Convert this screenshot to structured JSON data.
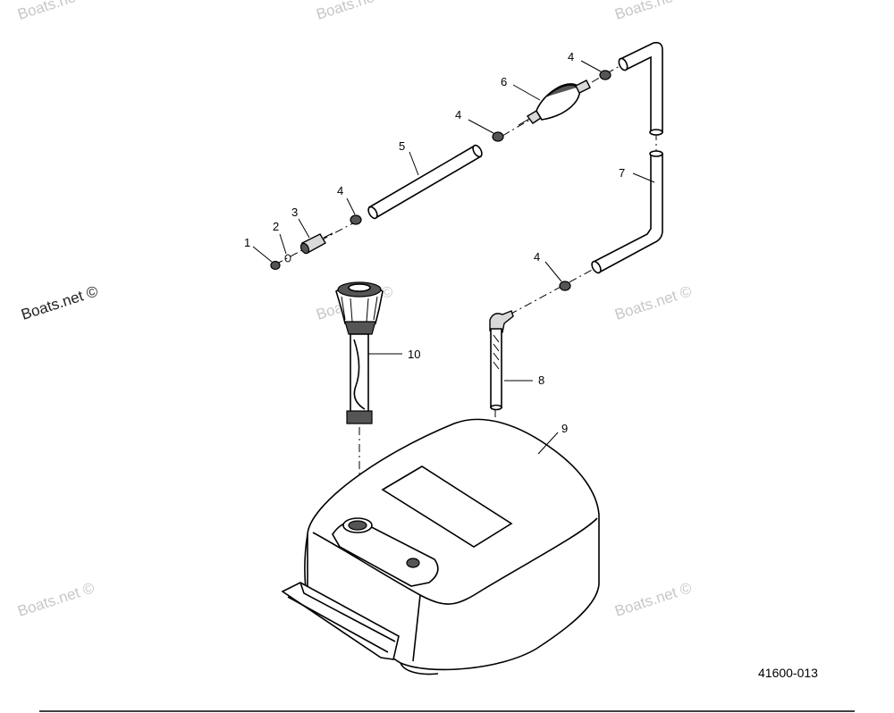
{
  "watermarks": {
    "dark": "Boats.net ©",
    "light": "Boats.net ©",
    "light_partial": "Boats.ne"
  },
  "callouts": {
    "c1": "1",
    "c2": "2",
    "c3": "3",
    "c4a": "4",
    "c4b": "4",
    "c4c": "4",
    "c4d": "4",
    "c5": "5",
    "c6": "6",
    "c7": "7",
    "c8": "8",
    "c9": "9",
    "c10": "10"
  },
  "figure_number": "41600-013",
  "icons": {
    "tank": "fuel-tank-icon",
    "gauge": "fuel-gauge-icon",
    "pickup": "fuel-pickup-tube-icon",
    "primer": "primer-bulb-icon",
    "hose": "fuel-hose-icon",
    "connector": "fuel-connector-icon"
  }
}
